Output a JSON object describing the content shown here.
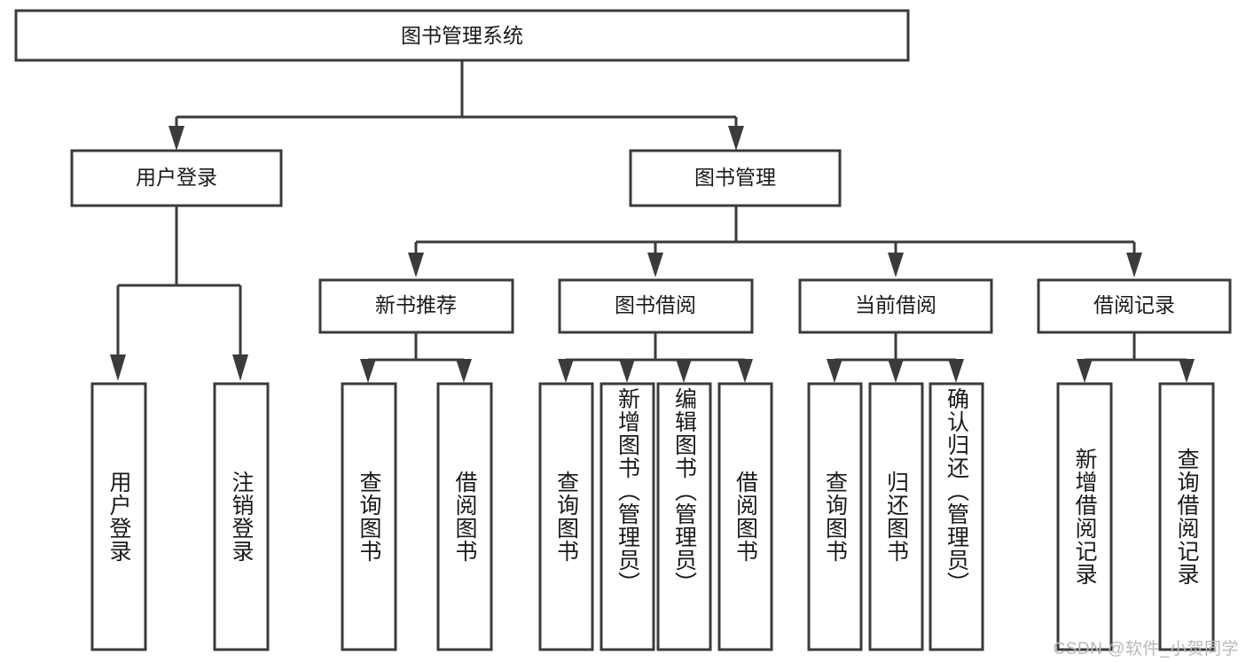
{
  "diagram": {
    "type": "tree-hierarchy",
    "title": "图书管理系统",
    "root": {
      "id": "root",
      "label": "图书管理系统",
      "orientation": "horizontal"
    },
    "level2": [
      {
        "id": "user-login",
        "label": "用户登录",
        "orientation": "horizontal"
      },
      {
        "id": "book-management",
        "label": "图书管理",
        "orientation": "horizontal"
      }
    ],
    "level3": [
      {
        "id": "new-book-recommend",
        "label": "新书推荐",
        "orientation": "horizontal",
        "parent": "book-management"
      },
      {
        "id": "book-borrow",
        "label": "图书借阅",
        "orientation": "horizontal",
        "parent": "book-management"
      },
      {
        "id": "current-borrow",
        "label": "当前借阅",
        "orientation": "horizontal",
        "parent": "book-management"
      },
      {
        "id": "borrow-record",
        "label": "借阅记录",
        "orientation": "horizontal",
        "parent": "book-management"
      }
    ],
    "leaves": [
      {
        "id": "leaf-user-login",
        "label": "用户登录",
        "orientation": "vertical",
        "parent": "user-login"
      },
      {
        "id": "leaf-logout",
        "label": "注销登录",
        "orientation": "vertical",
        "parent": "user-login"
      },
      {
        "id": "leaf-query-book-1",
        "label": "查询图书",
        "orientation": "vertical",
        "parent": "new-book-recommend"
      },
      {
        "id": "leaf-borrow-book-1",
        "label": "借阅图书",
        "orientation": "vertical",
        "parent": "new-book-recommend"
      },
      {
        "id": "leaf-query-book-2",
        "label": "查询图书",
        "orientation": "vertical",
        "parent": "book-borrow"
      },
      {
        "id": "leaf-add-book",
        "label": "新增图书（管理员）",
        "orientation": "vertical",
        "parent": "book-borrow"
      },
      {
        "id": "leaf-edit-book",
        "label": "编辑图书（管理员）",
        "orientation": "vertical",
        "parent": "book-borrow"
      },
      {
        "id": "leaf-borrow-book-2",
        "label": "借阅图书",
        "orientation": "vertical",
        "parent": "book-borrow"
      },
      {
        "id": "leaf-query-book-3",
        "label": "查询图书",
        "orientation": "vertical",
        "parent": "current-borrow"
      },
      {
        "id": "leaf-return-book",
        "label": "归还图书",
        "orientation": "vertical",
        "parent": "current-borrow"
      },
      {
        "id": "leaf-confirm-return",
        "label": "确认归还（管理员）",
        "orientation": "vertical",
        "parent": "current-borrow"
      },
      {
        "id": "leaf-add-record",
        "label": "新增借阅记录",
        "orientation": "vertical",
        "parent": "borrow-record"
      },
      {
        "id": "leaf-query-record",
        "label": "查询借阅记录",
        "orientation": "vertical",
        "parent": "borrow-record"
      }
    ]
  },
  "watermark": {
    "text": "CSDN @软件_小贺同学"
  },
  "colors": {
    "stroke": "#3b3b3b",
    "box_fill": "#ffffff",
    "text": "#1a1a1a",
    "background": "#ffffff",
    "watermark_text": "#b9b9b9"
  }
}
